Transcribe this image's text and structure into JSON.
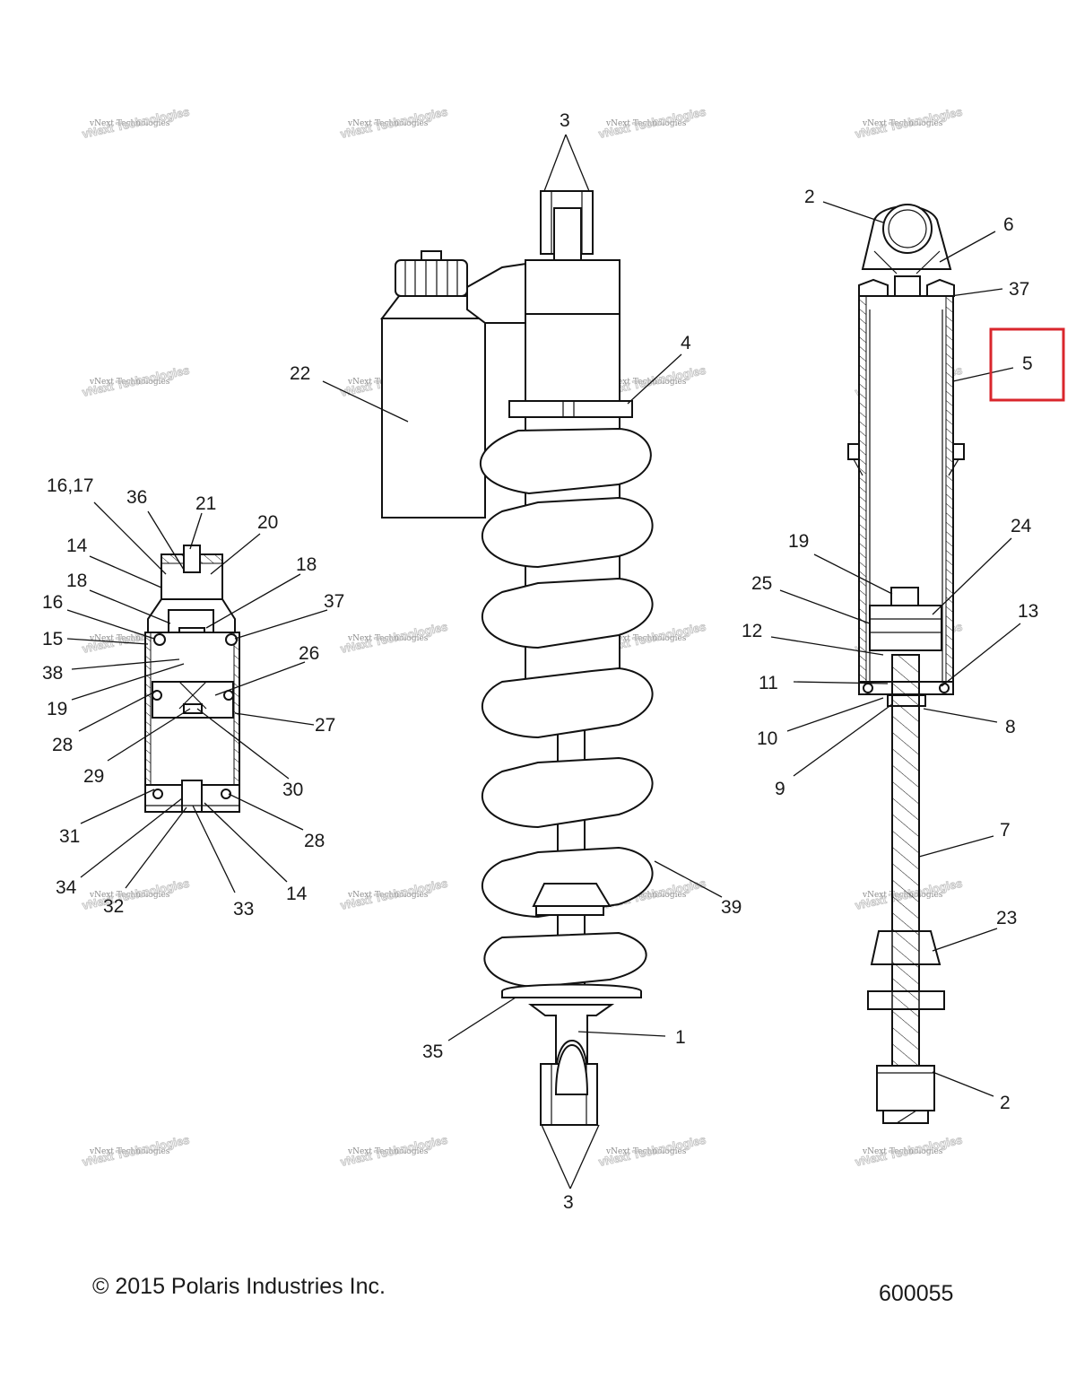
{
  "diagram": {
    "watermark_line1": "vNext Technologies",
    "watermark_line2": "vNext Technologies",
    "highlight_color": "#d9262c",
    "footer": {
      "copyright": "© 2015 Polaris Industries Inc.",
      "diagram_number": "600055"
    },
    "callouts": {
      "c3_top": "3",
      "c3_bottom": "3",
      "c1": "1",
      "c4": "4",
      "c22": "22",
      "c35": "35",
      "c39": "39",
      "c2_top": "2",
      "c6": "6",
      "c37_right": "37",
      "c5": "5",
      "c24": "24",
      "c19_right": "19",
      "c25": "25",
      "c12": "12",
      "c13": "13",
      "c11": "11",
      "c10": "10",
      "c8": "8",
      "c9": "9",
      "c7": "7",
      "c23": "23",
      "c2_bottom": "2",
      "c16_17": "16,17",
      "c36": "36",
      "c21": "21",
      "c20": "20",
      "c14_top": "14",
      "c18_left": "18",
      "c18_right": "18",
      "c16": "16",
      "c37_left": "37",
      "c15": "15",
      "c26": "26",
      "c38": "38",
      "c19_left": "19",
      "c28_left": "28",
      "c27": "27",
      "c29": "29",
      "c30": "30",
      "c31": "31",
      "c28_right": "28",
      "c34": "34",
      "c32": "32",
      "c33": "33",
      "c14_bottom": "14"
    }
  }
}
